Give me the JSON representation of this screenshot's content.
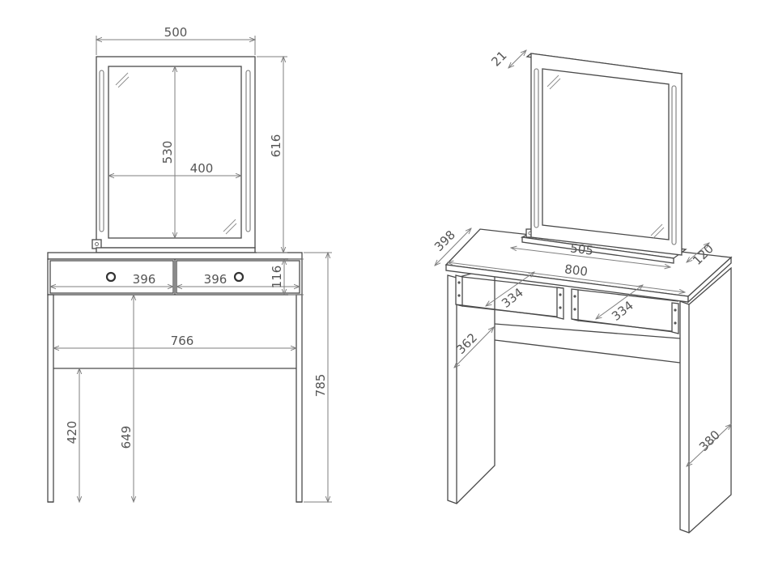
{
  "front_view": {
    "mirror_width": "500",
    "mirror_total_height": "616",
    "glass_height": "530",
    "glass_width": "400",
    "drawer_left_width": "396",
    "drawer_right_width": "396",
    "drawer_height": "116",
    "inner_width": "766",
    "total_height": "785",
    "leg_clearance": "420",
    "knee_height": "649"
  },
  "iso_view": {
    "mirror_depth": "21",
    "table_depth": "398",
    "mirror_base_width": "505",
    "mirror_base_depth": "120",
    "table_width": "800",
    "drawer_depth_left": "334",
    "drawer_depth_right": "334",
    "drawer_side_depth": "362",
    "side_panel_depth": "380"
  }
}
